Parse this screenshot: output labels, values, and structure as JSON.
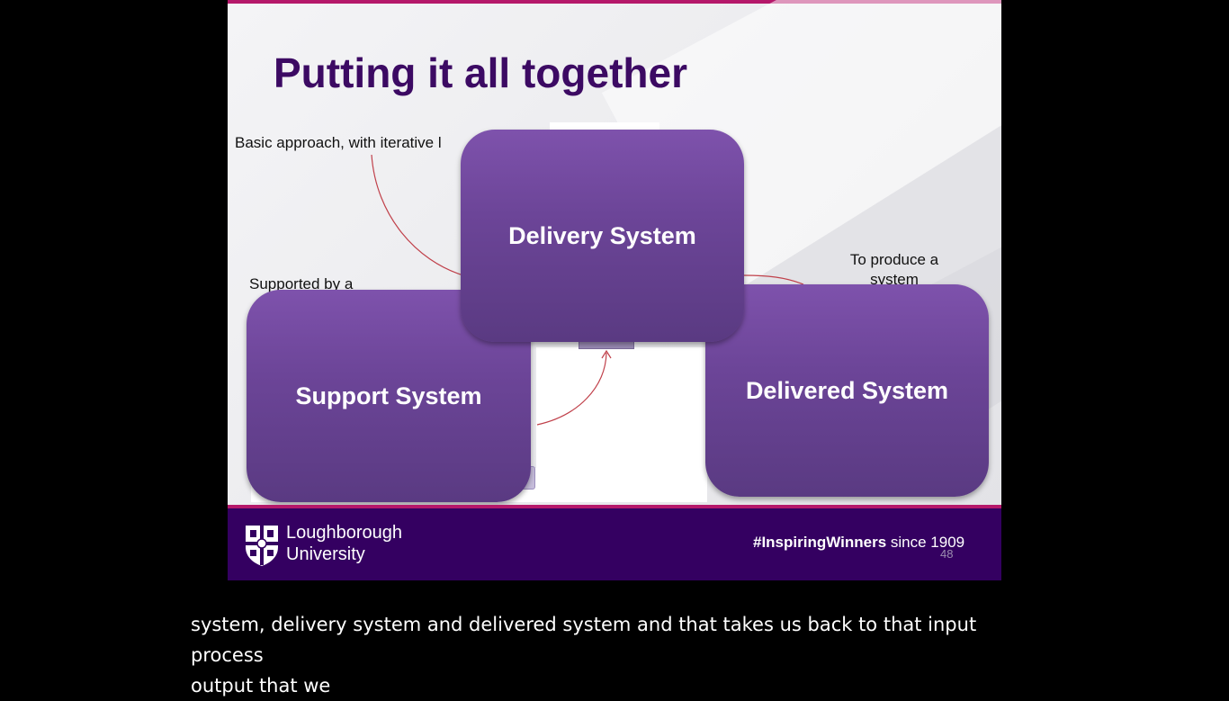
{
  "slide": {
    "title": "Putting it all together",
    "labels": {
      "basic": "Basic approach, with iterative l",
      "support": "Supported by a",
      "produce_line1": "To produce a",
      "produce_line2": "system"
    },
    "boxes": {
      "delivery": "Delivery System",
      "support": "Support System",
      "delivered": "Delivered System"
    },
    "footer": {
      "university_line1": "Loughborough",
      "university_line2": "University",
      "hashtag": "#InspiringWinners",
      "since": "since 1909",
      "page_number": "48"
    },
    "colors": {
      "accent": "#b5186a",
      "title": "#3c0a63",
      "box": "#6c4598",
      "footer": "#340061",
      "arrow": "#c0404a"
    }
  },
  "caption": {
    "line1": "system, delivery system and delivered system and that takes us back to that input process",
    "line2": "output that we"
  }
}
